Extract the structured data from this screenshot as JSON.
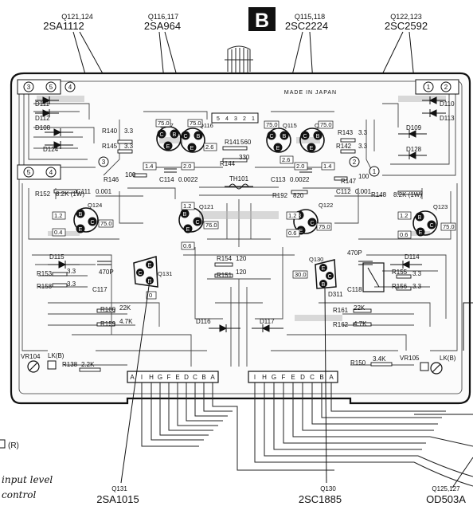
{
  "board": {
    "section_letter": "B",
    "made_in": "MADE IN JAPAN",
    "side_note_r": "(R)",
    "side_note_input": "input level",
    "side_note_control": "control"
  },
  "transistor_groups": [
    {
      "refs": "Q121,124",
      "type": "2SA1112"
    },
    {
      "refs": "Q116,117",
      "type": "2SA964"
    },
    {
      "refs": "Q115,118",
      "type": "2SC2224"
    },
    {
      "refs": "Q122,123",
      "type": "2SC2592"
    },
    {
      "refs": "Q131",
      "type": "2SA1015"
    },
    {
      "refs": "Q130",
      "type": "2SC1885"
    },
    {
      "refs": "Q125,127",
      "type": "OD503A"
    }
  ],
  "transistors": [
    "Q117",
    "Q116",
    "Q115",
    "Q118",
    "Q124",
    "Q121",
    "Q122",
    "Q123",
    "Q131",
    "Q130"
  ],
  "diodes": [
    "D111",
    "D112",
    "D108",
    "D124",
    "D110",
    "D113",
    "D109",
    "D128",
    "D115",
    "D114",
    "D116",
    "D117",
    "D311",
    "TH101"
  ],
  "resistors": [
    {
      "ref": "R140",
      "value": "3.3"
    },
    {
      "ref": "R145",
      "value": "3.3"
    },
    {
      "ref": "R146",
      "value": "100"
    },
    {
      "ref": "R152",
      "value": "8.2K (1W)"
    },
    {
      "ref": "R141",
      "value": "560"
    },
    {
      "ref": "R144",
      "value": "330"
    },
    {
      "ref": "R192",
      "value": "820"
    },
    {
      "ref": "R143",
      "value": "3.3"
    },
    {
      "ref": "R142",
      "value": "3.3"
    },
    {
      "ref": "R147",
      "value": "100"
    },
    {
      "ref": "R148",
      "value": "8.2K (1W)"
    },
    {
      "ref": "R154",
      "value": "120"
    },
    {
      "ref": "R151",
      "value": "120"
    },
    {
      "ref": "R153",
      "value": "3.3"
    },
    {
      "ref": "R158",
      "value": "3.3"
    },
    {
      "ref": "R155",
      "value": "3.3"
    },
    {
      "ref": "R156",
      "value": "3.3"
    },
    {
      "ref": "R160",
      "value": "22K"
    },
    {
      "ref": "R159",
      "value": "4.7K"
    },
    {
      "ref": "R161",
      "value": "22K"
    },
    {
      "ref": "R162",
      "value": "4.7K"
    },
    {
      "ref": "R138",
      "value": "2.2K"
    },
    {
      "ref": "R150",
      "value": "3.4K"
    }
  ],
  "capacitors": [
    {
      "ref": "C111",
      "value": "0.001"
    },
    {
      "ref": "C114",
      "value": "0.0022"
    },
    {
      "ref": "C113",
      "value": "0.0022"
    },
    {
      "ref": "C112",
      "value": "0.001"
    },
    {
      "ref": "C117",
      "value": "470P"
    },
    {
      "ref": "C118",
      "value": "470P"
    }
  ],
  "voltages": [
    "75.0",
    "75.0",
    "75.0",
    "75.0",
    "2.6",
    "2.6",
    "1.4",
    "2.0",
    "2.0",
    "1.4",
    "1.2",
    "0.4",
    "75.0",
    "1.2",
    "76.0",
    "0.6",
    "1.2",
    "75.0",
    "0.6",
    "1.2",
    "75.0",
    "0.6",
    "30.0",
    "0"
  ],
  "trimmers": [
    {
      "ref": "VR104",
      "label": "LK(B)"
    },
    {
      "ref": "VR105",
      "label": "LK(B)"
    }
  ],
  "connector_left_pins": [
    "A",
    "I",
    "H",
    "G",
    "F",
    "E",
    "D",
    "C",
    "B",
    "A"
  ],
  "connector_right_pins": [
    "I",
    "H",
    "G",
    "F",
    "E",
    "D",
    "C",
    "B",
    "A"
  ],
  "top_connector_pins": [
    "5",
    "4",
    "3",
    "2",
    "1"
  ],
  "circled_terminals": [
    "3",
    "5",
    "4",
    "5",
    "4",
    "3",
    "1",
    "2",
    "2",
    "1"
  ],
  "pin_letters": [
    "E",
    "C",
    "B"
  ]
}
